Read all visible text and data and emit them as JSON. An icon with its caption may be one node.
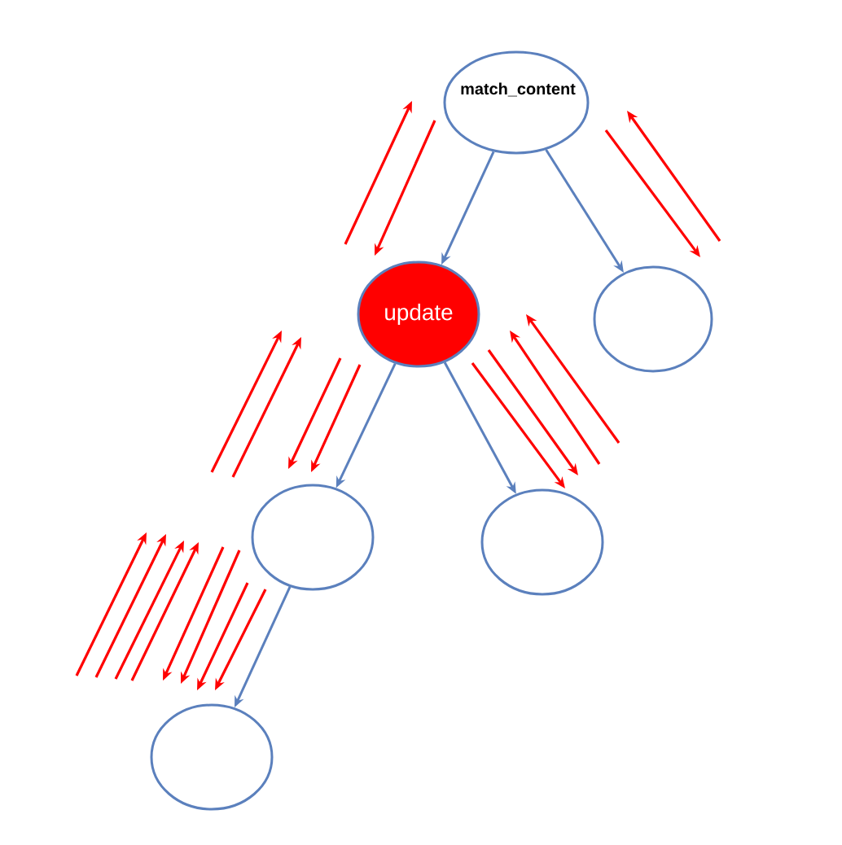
{
  "diagram": {
    "nodes": [
      {
        "text": [
          "match_content"
        ]
      },
      {
        "text": [
          "update"
        ]
      },
      {
        "text": [],
        "shape": "circle"
      },
      {
        "text": [],
        "shape": "circle"
      },
      {
        "text": [],
        "shape": "circle"
      },
      {
        "text": [],
        "shape": "circle"
      }
    ],
    "edges": [
      {
        "from": 0,
        "to": 1,
        "arrow": "to"
      },
      {
        "from": 0,
        "to": 2,
        "arrow": "to"
      },
      {
        "from": 1,
        "to": 3,
        "arrow": "to"
      },
      {
        "from": 1,
        "to": 4,
        "arrow": "to"
      },
      {
        "from": 3,
        "to": 5,
        "arrow": "to"
      }
    ]
  }
}
